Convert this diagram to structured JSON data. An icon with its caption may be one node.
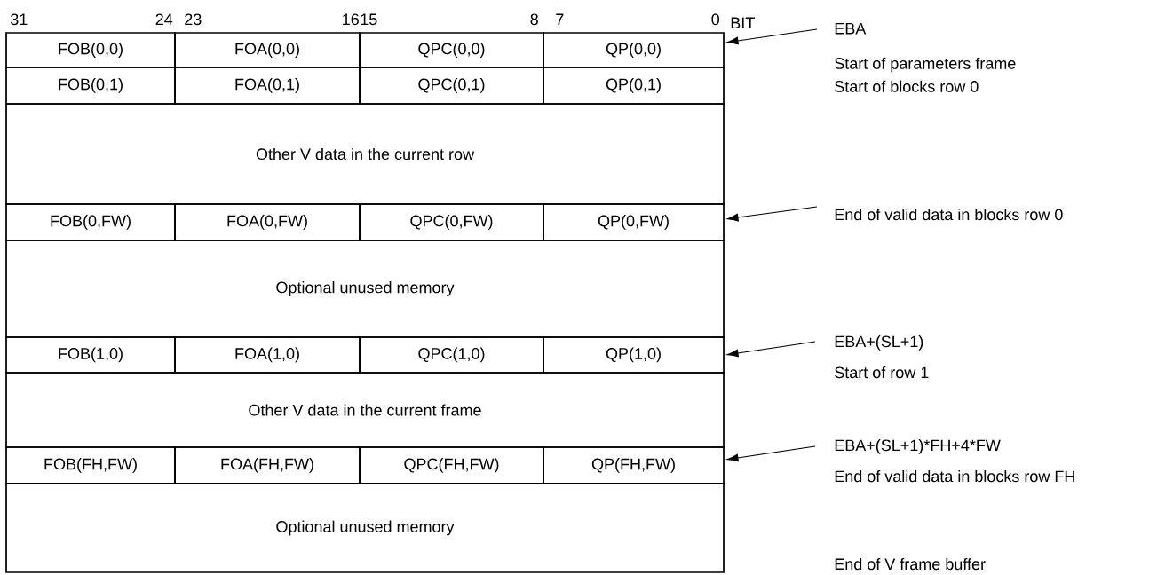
{
  "diagram": {
    "nodes": [
      {
        "text": [
          "FOB(0,0)"
        ]
      },
      {
        "text": [
          "FOA(0,0)"
        ]
      },
      {
        "text": [
          "QPC(0,0)"
        ]
      },
      {
        "text": [
          "QP(0,0)"
        ]
      },
      {
        "text": [
          "EBA",
          "Start of parameters frame Start of blocks row 0"
        ]
      },
      {
        "text": [
          "FOB(0,1)"
        ]
      },
      {
        "text": [
          "FOA(0,1)"
        ]
      },
      {
        "text": [
          "QPC(0,1)"
        ]
      },
      {
        "text": [
          "QP(0,1)"
        ]
      },
      {
        "text": [
          "Other V data in the current row"
        ]
      },
      {
        "text": [
          "FOB(0,FW)"
        ]
      },
      {
        "text": [
          "FOA(0,FW)"
        ]
      },
      {
        "text": [
          "QPC(0,FW)"
        ]
      },
      {
        "text": [
          "QP(0,FW)"
        ]
      },
      {
        "text": [
          "End of valid data in blocks row 0"
        ]
      },
      {
        "text": [
          "Optional unused memory"
        ]
      },
      {
        "text": [
          "FOB(1,0)"
        ]
      },
      {
        "text": [
          "FOA(1,0)"
        ]
      },
      {
        "text": [
          "QPC(1,0)"
        ]
      },
      {
        "text": [
          "QP(1,0)"
        ]
      },
      {
        "text": [
          "EBA+(SL+1)",
          "Start of row 1"
        ]
      },
      {
        "text": [
          "Other V data in the current frame"
        ]
      },
      {
        "text": [
          "FOB(FH,FW)"
        ]
      },
      {
        "text": [
          "FOA(FH,FW)"
        ]
      },
      {
        "text": [
          "QPC(FH,FW)"
        ]
      },
      {
        "text": [
          "QP(FH,FW)"
        ]
      },
      {
        "text": [
          "EBA+(SL+1)*FH+4*FW",
          "End of valid data in blocks row FH"
        ]
      },
      {
        "text": [
          "Optional unused memory"
        ]
      }
    ],
    "edges": [
      {
        "from": 4,
        "to": 3,
        "arrow": "to"
      },
      {
        "from": 14,
        "to": 13,
        "arrow": "to"
      },
      {
        "from": 20,
        "to": 19,
        "arrow": "to"
      },
      {
        "from": 26,
        "to": 25,
        "arrow": "to"
      }
    ],
    "labels": [
      "31",
      "24",
      "23",
      "16",
      "15",
      "8",
      "7",
      "0",
      "BIT",
      "End of V frame buffer"
    ]
  }
}
